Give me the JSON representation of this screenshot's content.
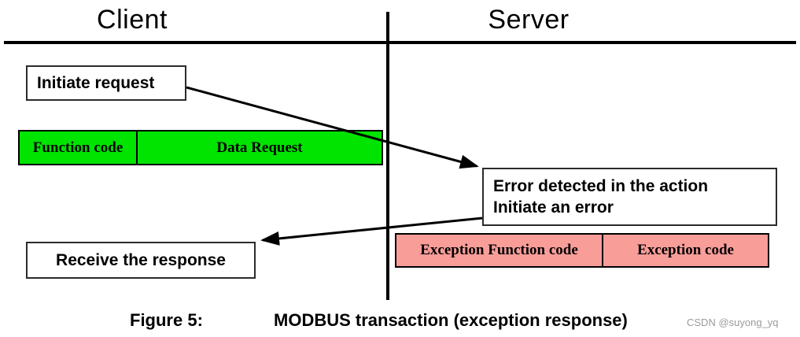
{
  "header": {
    "client": "Client",
    "server": "Server"
  },
  "client_flow": {
    "initiate_request": "Initiate request",
    "request_bar": {
      "function_code": "Function code",
      "data_request": "Data Request"
    },
    "receive_response": "Receive the response"
  },
  "server_flow": {
    "error_line1": "Error detected in the action",
    "error_line2": "Initiate an error",
    "exception_bar": {
      "exception_function_code": "Exception Function code",
      "exception_code": "Exception code"
    }
  },
  "caption": {
    "label": "Figure 5:",
    "title": "MODBUS transaction (exception response)"
  },
  "watermark": "CSDN @suyong_yq",
  "colors": {
    "request_bar_fill": "#00e400",
    "exception_bar_fill": "#f99d99",
    "line": "#000000",
    "watermark_text": "#9b9b9b"
  }
}
